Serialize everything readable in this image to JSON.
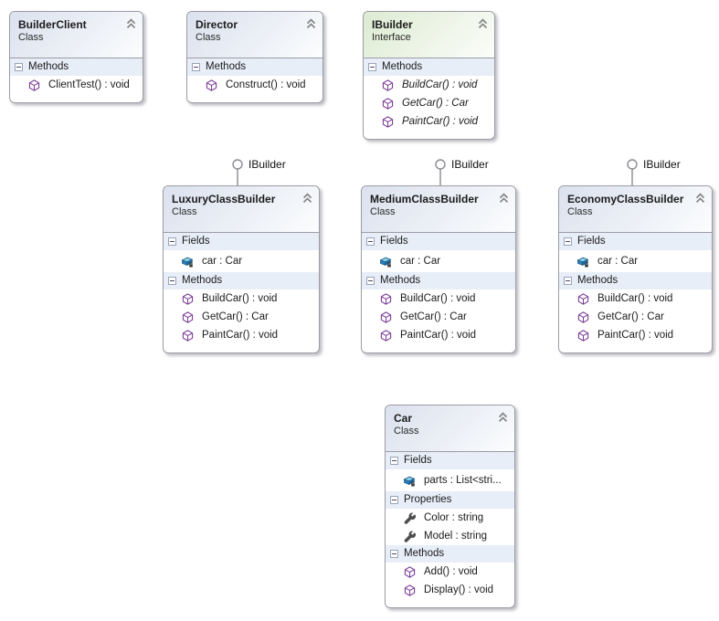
{
  "diagram": {
    "interface_lollipop_label": "IBuilder",
    "colors": {
      "class_header_top": "#dbe1ee",
      "interface_header_top": "#dcebd2",
      "section_band": "#e7eef8",
      "box_border": "#9c9ca6",
      "method_icon": "#7a3d96",
      "field_icon_front": "#2a7fc0",
      "field_icon_top": "#8fd0e8",
      "property_icon": "#4d4d4d",
      "canvas_background": "#ffffff"
    }
  },
  "classes": [
    {
      "name": "BuilderClient",
      "kind": "Class",
      "sections": [
        {
          "label": "Methods",
          "items": [
            {
              "icon": "method-icon",
              "text": "ClientTest() : void"
            }
          ]
        }
      ]
    },
    {
      "name": "Director",
      "kind": "Class",
      "sections": [
        {
          "label": "Methods",
          "items": [
            {
              "icon": "method-icon",
              "text": "Construct() : void"
            }
          ]
        }
      ]
    },
    {
      "name": "IBuilder",
      "kind": "Interface",
      "sections": [
        {
          "label": "Methods",
          "items": [
            {
              "icon": "method-icon",
              "text": "BuildCar() : void"
            },
            {
              "icon": "method-icon",
              "text": "GetCar() : Car"
            },
            {
              "icon": "method-icon",
              "text": "PaintCar() : void"
            }
          ]
        }
      ]
    },
    {
      "name": "LuxuryClassBuilder",
      "kind": "Class",
      "lollipop": "IBuilder",
      "sections": [
        {
          "label": "Fields",
          "items": [
            {
              "icon": "field-icon",
              "text": "car : Car"
            }
          ]
        },
        {
          "label": "Methods",
          "items": [
            {
              "icon": "method-icon",
              "text": "BuildCar() : void"
            },
            {
              "icon": "method-icon",
              "text": "GetCar() : Car"
            },
            {
              "icon": "method-icon",
              "text": "PaintCar() : void"
            }
          ]
        }
      ]
    },
    {
      "name": "MediumClassBuilder",
      "kind": "Class",
      "lollipop": "IBuilder",
      "sections": [
        {
          "label": "Fields",
          "items": [
            {
              "icon": "field-icon",
              "text": "car : Car"
            }
          ]
        },
        {
          "label": "Methods",
          "items": [
            {
              "icon": "method-icon",
              "text": "BuildCar() : void"
            },
            {
              "icon": "method-icon",
              "text": "GetCar() : Car"
            },
            {
              "icon": "method-icon",
              "text": "PaintCar() : void"
            }
          ]
        }
      ]
    },
    {
      "name": "EconomyClassBuilder",
      "kind": "Class",
      "lollipop": "IBuilder",
      "sections": [
        {
          "label": "Fields",
          "items": [
            {
              "icon": "field-icon",
              "text": "car : Car"
            }
          ]
        },
        {
          "label": "Methods",
          "items": [
            {
              "icon": "method-icon",
              "text": "BuildCar() : void"
            },
            {
              "icon": "method-icon",
              "text": "GetCar() : Car"
            },
            {
              "icon": "method-icon",
              "text": "PaintCar() : void"
            }
          ]
        }
      ]
    },
    {
      "name": "Car",
      "kind": "Class",
      "sections": [
        {
          "label": "Fields",
          "items": [
            {
              "icon": "field-icon",
              "text": "parts : List<stri..."
            }
          ]
        },
        {
          "label": "Properties",
          "items": [
            {
              "icon": "property-icon",
              "text": "Color : string"
            },
            {
              "icon": "property-icon",
              "text": "Model : string"
            }
          ]
        },
        {
          "label": "Methods",
          "items": [
            {
              "icon": "method-icon",
              "text": "Add() : void"
            },
            {
              "icon": "method-icon",
              "text": "Display() : void"
            }
          ]
        }
      ]
    }
  ]
}
